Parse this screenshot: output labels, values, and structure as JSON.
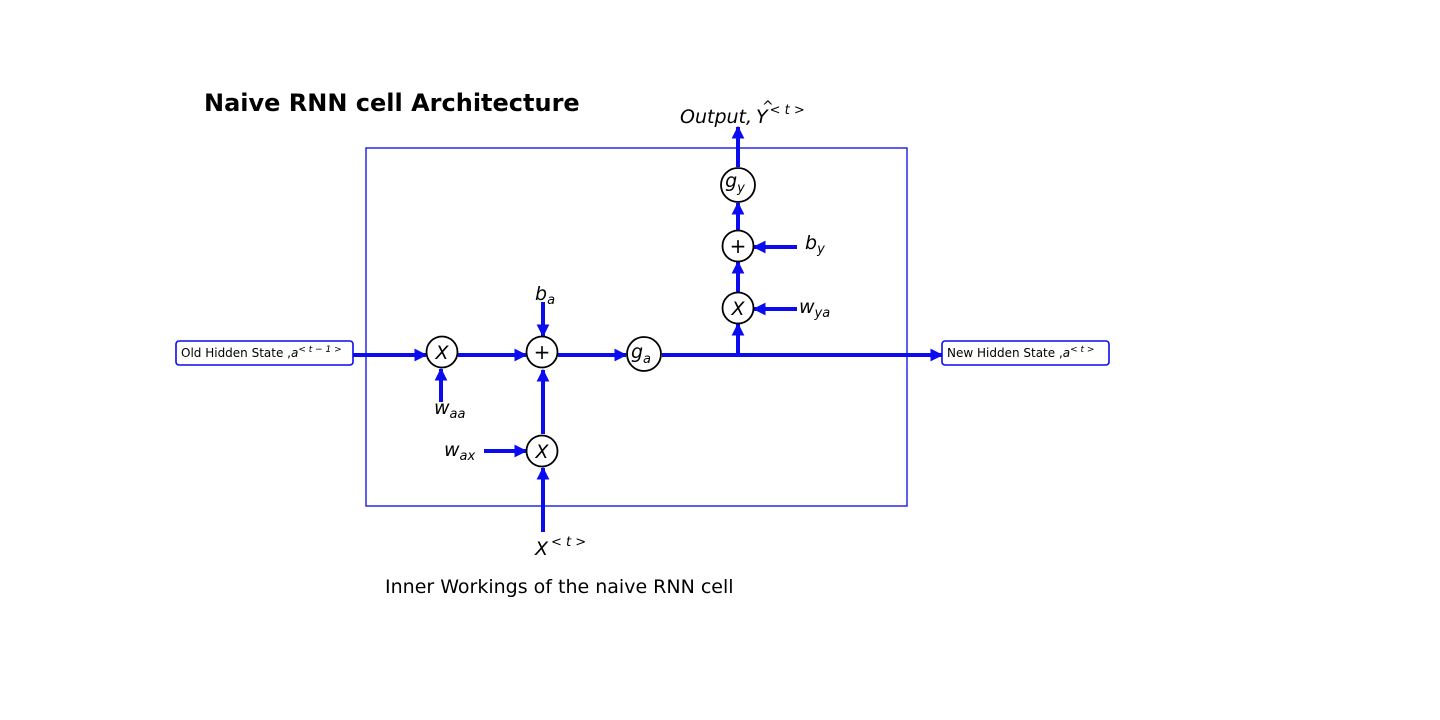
{
  "title": "Naive RNN cell Architecture",
  "caption": "Inner Workings of the naive RNN cell",
  "colors": {
    "flow": "#0b0bef",
    "node_stroke": "#000000",
    "background": "#ffffff"
  },
  "output_label": {
    "main": "Output,",
    "y": "Y",
    "hat": "^",
    "sup": "< t >"
  },
  "input_label": {
    "main": "X",
    "sup": "< t >"
  },
  "old_state": {
    "text": "Old Hidden State ,",
    "var": "a",
    "sup": "< t − 1 >"
  },
  "new_state": {
    "text": "New Hidden State ,",
    "var": "a",
    "sup": "< t >"
  },
  "nodes": {
    "mult_aa": "X",
    "add_a": "+",
    "mult_ax": "X",
    "ga": {
      "main": "g",
      "sub": "a"
    },
    "mult_ya": "X",
    "add_y": "+",
    "gy": {
      "main": "g",
      "sub": "y"
    }
  },
  "params": {
    "waa": {
      "main": "w",
      "sub": "aa"
    },
    "wax": {
      "main": "w",
      "sub": "ax"
    },
    "ba": {
      "main": "b",
      "sub": "a"
    },
    "wya": {
      "main": "w",
      "sub": "ya"
    },
    "by": {
      "main": "b",
      "sub": "y"
    }
  }
}
